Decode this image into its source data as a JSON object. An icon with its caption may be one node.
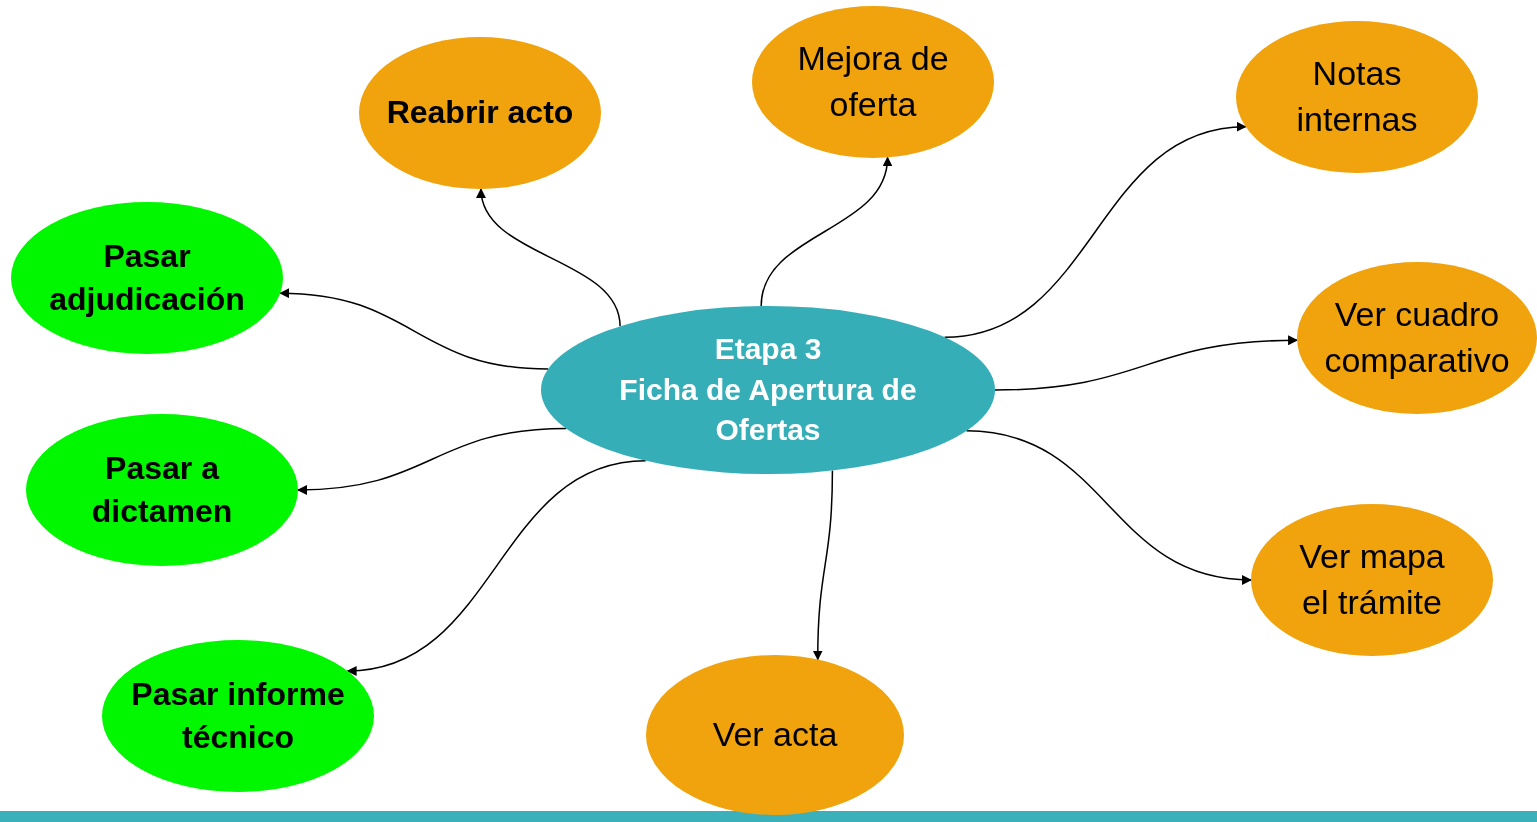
{
  "diagram": {
    "nodes": [
      {
        "text": [
          "Etapa 3",
          "Ficha de Apertura de Ofertas"
        ]
      },
      {
        "text": [
          "Reabrir acto"
        ]
      },
      {
        "text": [
          "Mejora de oferta"
        ]
      },
      {
        "text": [
          "Notas internas"
        ]
      },
      {
        "text": [
          "Pasar adjudicación"
        ]
      },
      {
        "text": [
          "Ver cuadro comparativo"
        ]
      },
      {
        "text": [
          "Pasar a dictamen"
        ]
      },
      {
        "text": [
          "Ver mapa el trámite"
        ]
      },
      {
        "text": [
          "Pasar informe técnico"
        ]
      },
      {
        "text": [
          "Ver acta"
        ]
      }
    ],
    "edges": [
      {
        "from": 0,
        "to": 1,
        "arrow": "to"
      },
      {
        "from": 0,
        "to": 2,
        "arrow": "to"
      },
      {
        "from": 0,
        "to": 3,
        "arrow": "to"
      },
      {
        "from": 0,
        "to": 4,
        "arrow": "to"
      },
      {
        "from": 0,
        "to": 5,
        "arrow": "to"
      },
      {
        "from": 0,
        "to": 6,
        "arrow": "to"
      },
      {
        "from": 0,
        "to": 7,
        "arrow": "to"
      },
      {
        "from": 0,
        "to": 8,
        "arrow": "to"
      },
      {
        "from": 0,
        "to": 9,
        "arrow": "to"
      }
    ]
  }
}
